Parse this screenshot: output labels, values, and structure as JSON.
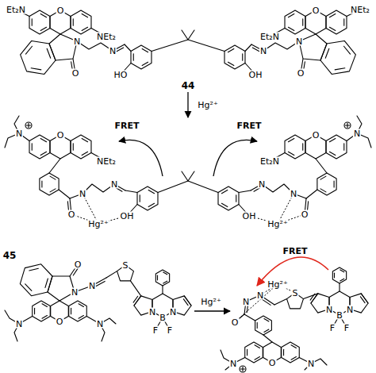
{
  "diagram": {
    "labels": [
      "Et₂N",
      "O",
      "NEt₂",
      "N",
      "O",
      "N",
      "HO",
      "NEt₂",
      "O",
      "Et₂N",
      "N",
      "O",
      "N",
      "OH",
      "44",
      "Hg²⁺",
      "FRET",
      "N",
      "O",
      "NEt₂",
      "N",
      "N",
      "O",
      "Hg²⁺",
      "OH",
      "FRET",
      "N",
      "O",
      "Et₂N",
      "N",
      "N",
      "O",
      "Hg²⁺",
      "OH",
      "45",
      "O",
      "N",
      "N",
      "S",
      "O",
      "N",
      "N",
      "N",
      "B",
      "N",
      "F",
      "F",
      "Hg²⁺",
      "FRET",
      "Hg²⁺",
      "O",
      "N",
      "N",
      "S",
      "N",
      "B",
      "N",
      "F",
      "F",
      "O",
      "N",
      "N"
    ]
  }
}
